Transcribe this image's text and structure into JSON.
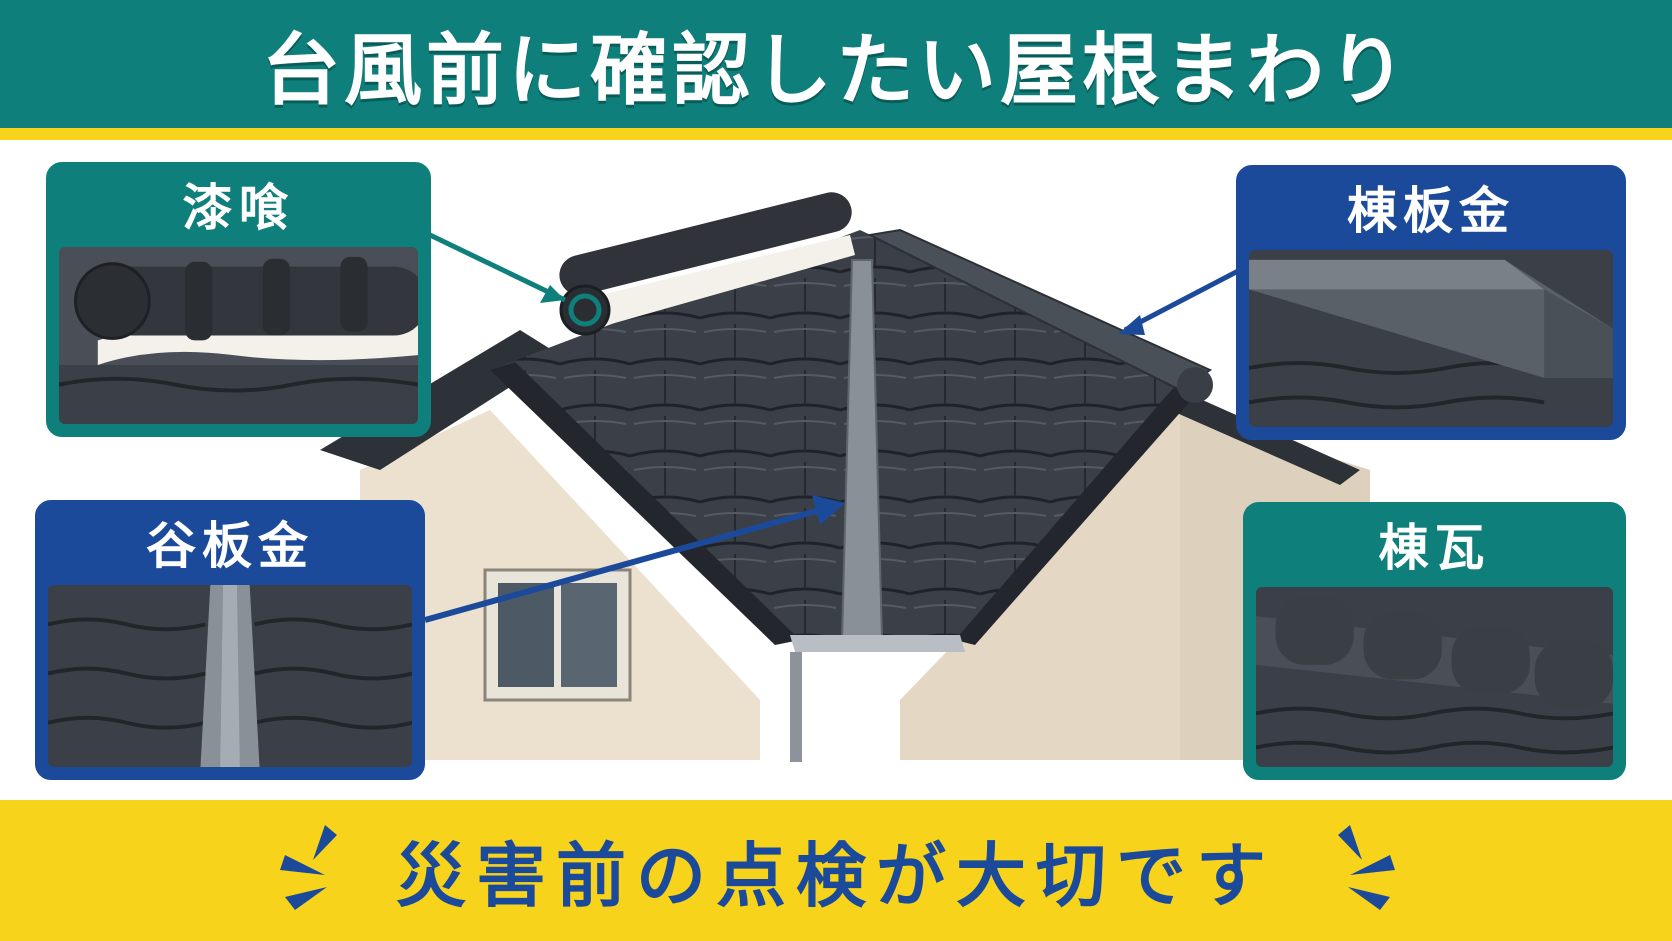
{
  "header": {
    "title": "台風前に確認したい屋根まわり"
  },
  "callouts": {
    "shikkui": {
      "label": "漆喰"
    },
    "munebankin": {
      "label": "棟板金"
    },
    "tanibankin": {
      "label": "谷板金"
    },
    "munegawara": {
      "label": "棟瓦"
    }
  },
  "footer": {
    "message": "災害前の点検が大切です"
  },
  "colors": {
    "header_teal": "#0f7f7b",
    "accent_yellow": "#f7d31c",
    "label_blue": "#1c4a9a",
    "roof_tile": "#3b4048",
    "wall": "#ece0cf"
  }
}
